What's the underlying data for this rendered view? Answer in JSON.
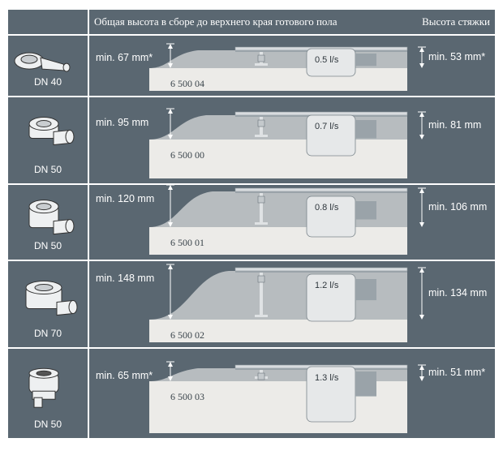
{
  "header": {
    "title": "Общая высота в сборе до верхнего края готового пола",
    "right": "Высота стяжки"
  },
  "colors": {
    "panel": "#5a6771",
    "floor": "#ecebe8",
    "screed": "#b7bcbf",
    "metal": "#d8dcdf",
    "text": "#ffffff"
  },
  "rows": [
    {
      "dn": "DN 40",
      "total": "min. 67 mm*",
      "screed": "min. 53 mm*",
      "code": "6 500 04",
      "flow": "0.5 l/s",
      "icon": "flat-drain-dn40-icon"
    },
    {
      "dn": "DN 50",
      "total": "min. 95 mm",
      "screed": "min. 81 mm",
      "code": "6 500 00",
      "flow": "0.7 l/s",
      "icon": "drain-dn50-icon"
    },
    {
      "dn": "DN 50",
      "total": "min. 120 mm",
      "screed": "min. 106 mm",
      "code": "6 500 01",
      "flow": "0.8 l/s",
      "icon": "drain-dn50-tall-icon"
    },
    {
      "dn": "DN 70",
      "total": "min. 148 mm",
      "screed": "min. 134 mm",
      "code": "6 500 02",
      "flow": "1.2 l/s",
      "icon": "drain-dn70-icon"
    },
    {
      "dn": "DN 50",
      "total": "min. 65 mm*",
      "screed": "min. 51 mm*",
      "code": "6 500 03",
      "flow": "1.3 l/s",
      "icon": "vertical-drain-dn50-icon"
    }
  ]
}
